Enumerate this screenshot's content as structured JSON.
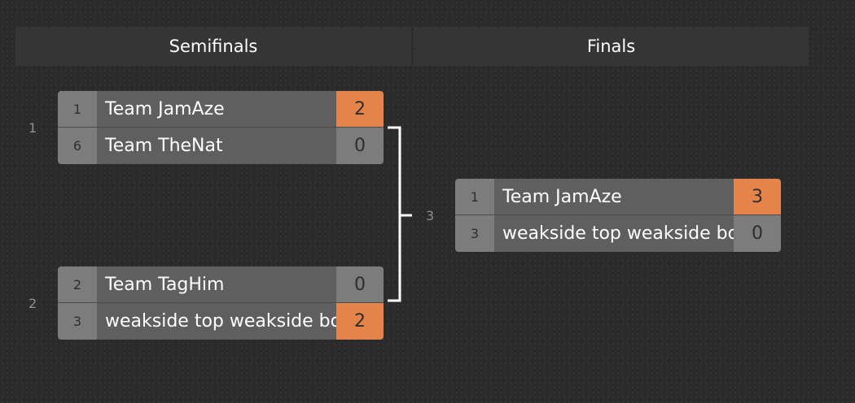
{
  "rounds": [
    {
      "label": "Semifinals"
    },
    {
      "label": "Finals"
    }
  ],
  "matches": [
    {
      "number": "1",
      "teams": [
        {
          "seed": "1",
          "name": "Team JamAze",
          "score": "2",
          "winner": true
        },
        {
          "seed": "6",
          "name": "Team TheNat",
          "score": "0",
          "winner": false
        }
      ]
    },
    {
      "number": "2",
      "teams": [
        {
          "seed": "2",
          "name": "Team TagHim",
          "score": "0",
          "winner": false
        },
        {
          "seed": "3",
          "name": "weakside top weakside bot",
          "score": "2",
          "winner": true
        }
      ]
    },
    {
      "number": "3",
      "teams": [
        {
          "seed": "1",
          "name": "Team JamAze",
          "score": "3",
          "winner": true
        },
        {
          "seed": "3",
          "name": "weakside top weakside bot",
          "score": "0",
          "winner": false
        }
      ]
    }
  ],
  "colors": {
    "winner_score": "#e4834a",
    "background": "#2b2b2b",
    "header": "#353535",
    "connector": "#ffffff"
  }
}
